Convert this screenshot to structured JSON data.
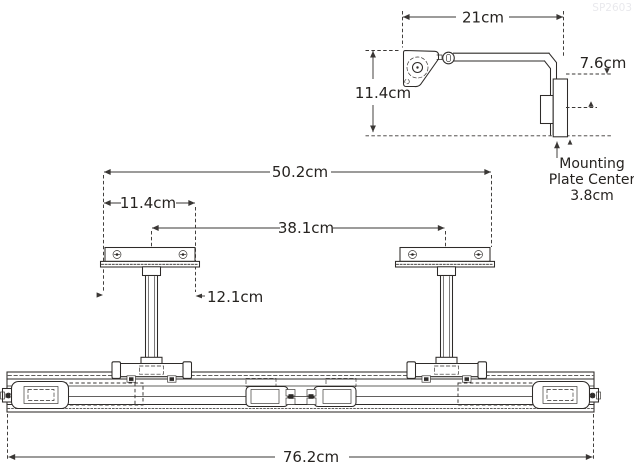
{
  "watermark": {
    "text": "SP2603",
    "color": "#e9e9ed"
  },
  "colors": {
    "background": "#ffffff",
    "line": "#2e2b29",
    "dimension": "#3a3735",
    "text": "#262320"
  },
  "side_view": {
    "description": "wall arm side view",
    "dim_arm_length": "21cm",
    "dim_arm_height": "11.4cm",
    "dim_plate_height": "7.6cm",
    "note_line1": "Mounting",
    "note_line2": "Plate Center",
    "note_line3": "3.8cm"
  },
  "front_view": {
    "description": "ceiling plates front view",
    "dim_overall_width": "50.2cm",
    "dim_plate_width": "11.4cm",
    "dim_post_spacing": "38.1cm",
    "dim_drop": "12.1cm"
  },
  "rail_view": {
    "description": "roller rail front view",
    "dim_length": "76.2cm"
  }
}
